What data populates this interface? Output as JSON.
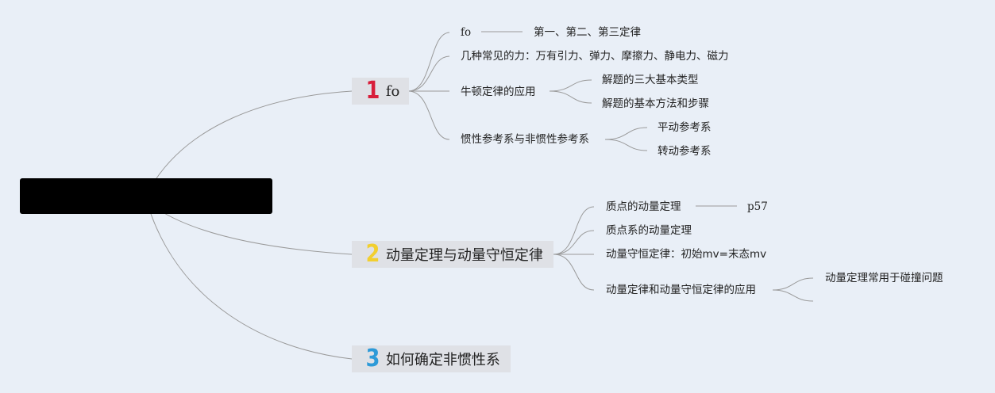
{
  "root": {
    "label": ""
  },
  "branch1": {
    "num": "1",
    "num_color": "#d81e3a",
    "label": "fo",
    "fo": {
      "label": "fo",
      "note": "第一、第二、第三定律"
    },
    "forces": {
      "label": "几种常见的力：万有引力、弹力、摩擦力、静电力、磁力"
    },
    "newton_app": {
      "label": "牛顿定律的应用",
      "children": [
        "解题的三大基本类型",
        "解题的基本方法和步骤"
      ]
    },
    "frames": {
      "label": "惯性参考系与非惯性参考系",
      "children": [
        "平动参考系",
        "转动参考系"
      ]
    }
  },
  "branch2": {
    "num": "2",
    "num_color": "#f2cf2f",
    "label": "动量定理与动量守恒定律",
    "point": {
      "label": "质点的动量定理",
      "note": "p57"
    },
    "system": {
      "label": "质点系的动量定理"
    },
    "conservation": {
      "label": "动量守恒定律：初始mv=末态mv"
    },
    "application": {
      "label": "动量定律和动量守恒定律的应用",
      "children": [
        "动量定理常用于碰撞问题",
        ""
      ]
    }
  },
  "branch3": {
    "num": "3",
    "num_color": "#2d9ad8",
    "label": "如何确定非惯性系"
  }
}
